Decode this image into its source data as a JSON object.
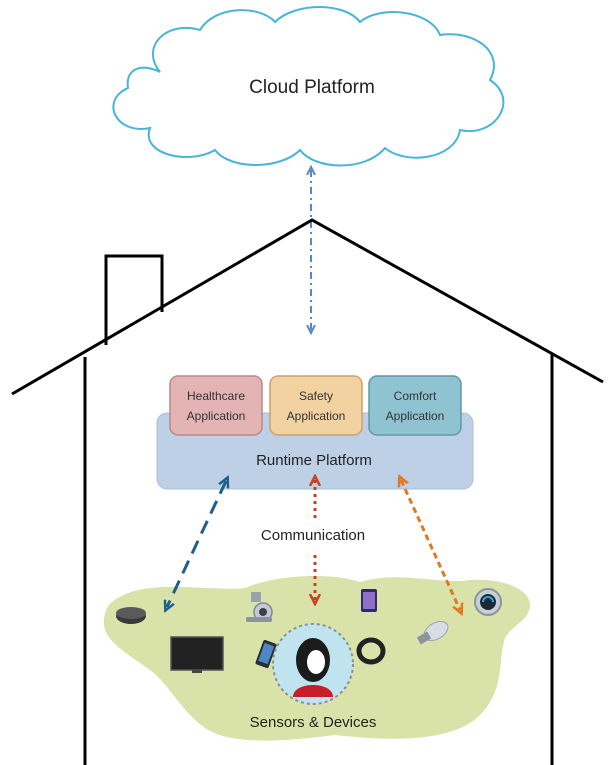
{
  "cloud": {
    "label": "Cloud Platform"
  },
  "applications": [
    {
      "line1": "Healthcare",
      "line2": "Application",
      "fill": "#e4b3b3",
      "stroke": "#b88a8a"
    },
    {
      "line1": "Safety",
      "line2": "Application",
      "fill": "#f1d2a0",
      "stroke": "#c7a36a"
    },
    {
      "line1": "Comfort",
      "line2": "Application",
      "fill": "#8fc3d2",
      "stroke": "#5f97a8"
    }
  ],
  "runtime": {
    "label": "Runtime Platform",
    "fill": "#bdd0e6"
  },
  "communication": {
    "label": "Communication"
  },
  "devices_area": {
    "label": "Sensors & Devices",
    "fill": "#d9e2a8"
  },
  "arrow_colors": {
    "cloud": "#5b86c5",
    "left": "#1f5f8f",
    "middle": "#c9411f",
    "right": "#e07a22"
  },
  "icons": [
    "speaker-icon",
    "tv-icon",
    "webcam-icon",
    "phone-icon",
    "user-icon",
    "fitness-band-icon",
    "tablet-icon",
    "light-bulb-icon",
    "thermostat-icon"
  ]
}
